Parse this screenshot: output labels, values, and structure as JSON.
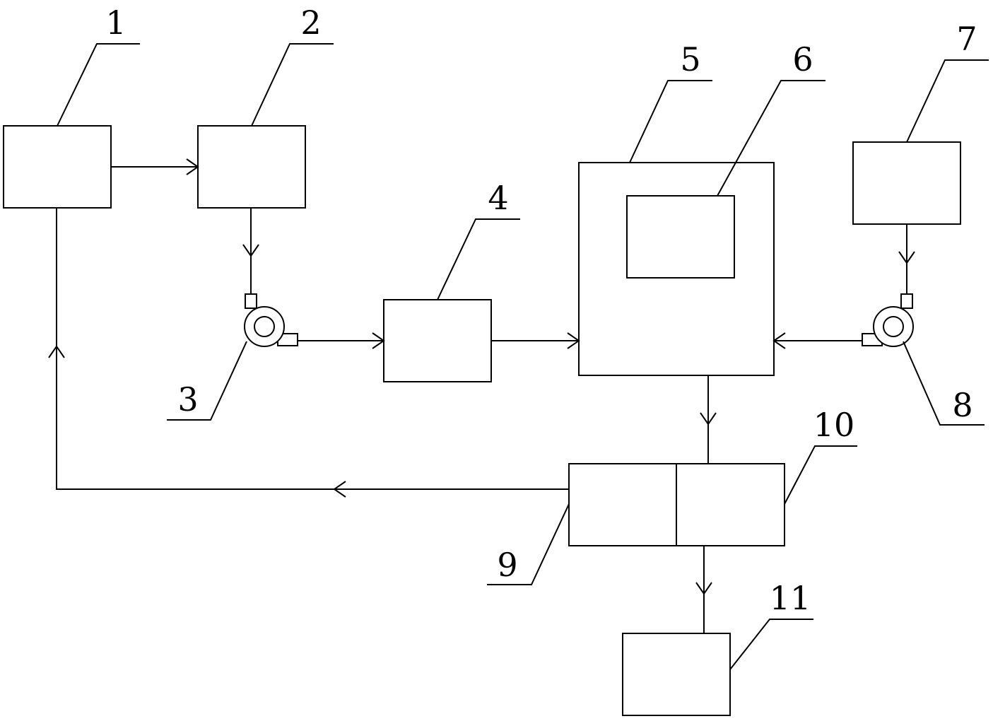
{
  "labels": {
    "c1": "1",
    "c2": "2",
    "c3": "3",
    "c4": "4",
    "c5": "5",
    "c6": "6",
    "c7": "7",
    "c8": "8",
    "c9": "9",
    "c10": "10",
    "c11": "11"
  }
}
